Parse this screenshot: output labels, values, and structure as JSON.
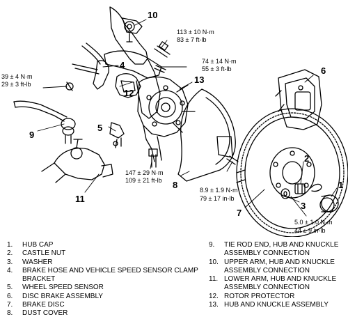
{
  "callouts": {
    "c1": "1",
    "c2": "2",
    "c3": "3",
    "c4": "4",
    "c5": "5",
    "c6": "6",
    "c7": "7",
    "c8": "8",
    "c9": "9",
    "c10": "10",
    "c11": "11",
    "c12": "12",
    "c13": "13"
  },
  "torques": {
    "t_upper_nm": "113 ± 10 N·m",
    "t_upper_ftlb": "83 ± 7 ft-lb",
    "t_hose_nm": "74 ± 14 N·m",
    "t_hose_ftlb": "55 ± 3 ft-lb",
    "t_tierod_nm": "39 ± 4 N·m",
    "t_tierod_ftlb": "29 ± 3 ft-lb",
    "t_lower_nm": "147 ± 29 N·m",
    "t_lower_ftlb": "109 ± 21 ft-lb",
    "t_cover_nm": "8.9 ± 1.9 N·m",
    "t_cover_inlb": "79 ± 17 in-lb",
    "t_sensor_nm": "5.0 ± 1.0 N·m",
    "t_sensor_inlb": "44 ± 9 in-lb"
  },
  "legend_left": [
    {
      "num": "1.",
      "text": "HUB CAP"
    },
    {
      "num": "2.",
      "text": "CASTLE NUT"
    },
    {
      "num": "3.",
      "text": "WASHER"
    },
    {
      "num": "4.",
      "text": "BRAKE HOSE AND VEHICLE SPEED SENSOR CLAMP BRACKET"
    },
    {
      "num": "5.",
      "text": "WHEEL SPEED SENSOR"
    },
    {
      "num": "6.",
      "text": "DISC BRAKE ASSEMBLY"
    },
    {
      "num": "7.",
      "text": "BRAKE DISC"
    },
    {
      "num": "8.",
      "text": "DUST COVER"
    }
  ],
  "legend_right": [
    {
      "num": "9.",
      "text": "TIE ROD END, HUB AND KNUCKLE ASSEMBLY CONNECTION"
    },
    {
      "num": "10.",
      "text": "UPPER ARM, HUB AND KNUCKLE ASSEMBLY CONNECTION"
    },
    {
      "num": "11.",
      "text": "LOWER ARM, HUB AND KNUCKLE ASSEMBLY CONNECTION"
    },
    {
      "num": "12.",
      "text": "ROTOR PROTECTOR"
    },
    {
      "num": "13.",
      "text": "HUB AND KNUCKLE ASSEMBLY"
    }
  ]
}
